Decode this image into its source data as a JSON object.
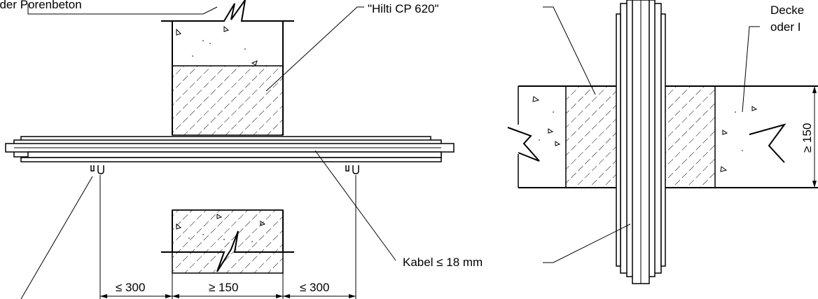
{
  "labels": {
    "top_left": "oder Porenbeton",
    "top_center": "\"Hilti CP 620\"",
    "top_right_line1": "Decke",
    "top_right_line2": "oder I",
    "kabel": "Kabel ≤ 18 mm"
  },
  "dimensions": {
    "left_gap": "≤ 300",
    "wall_thickness": "≥ 150",
    "right_gap": "≤ 300",
    "slab_thickness": "≥ 150"
  }
}
